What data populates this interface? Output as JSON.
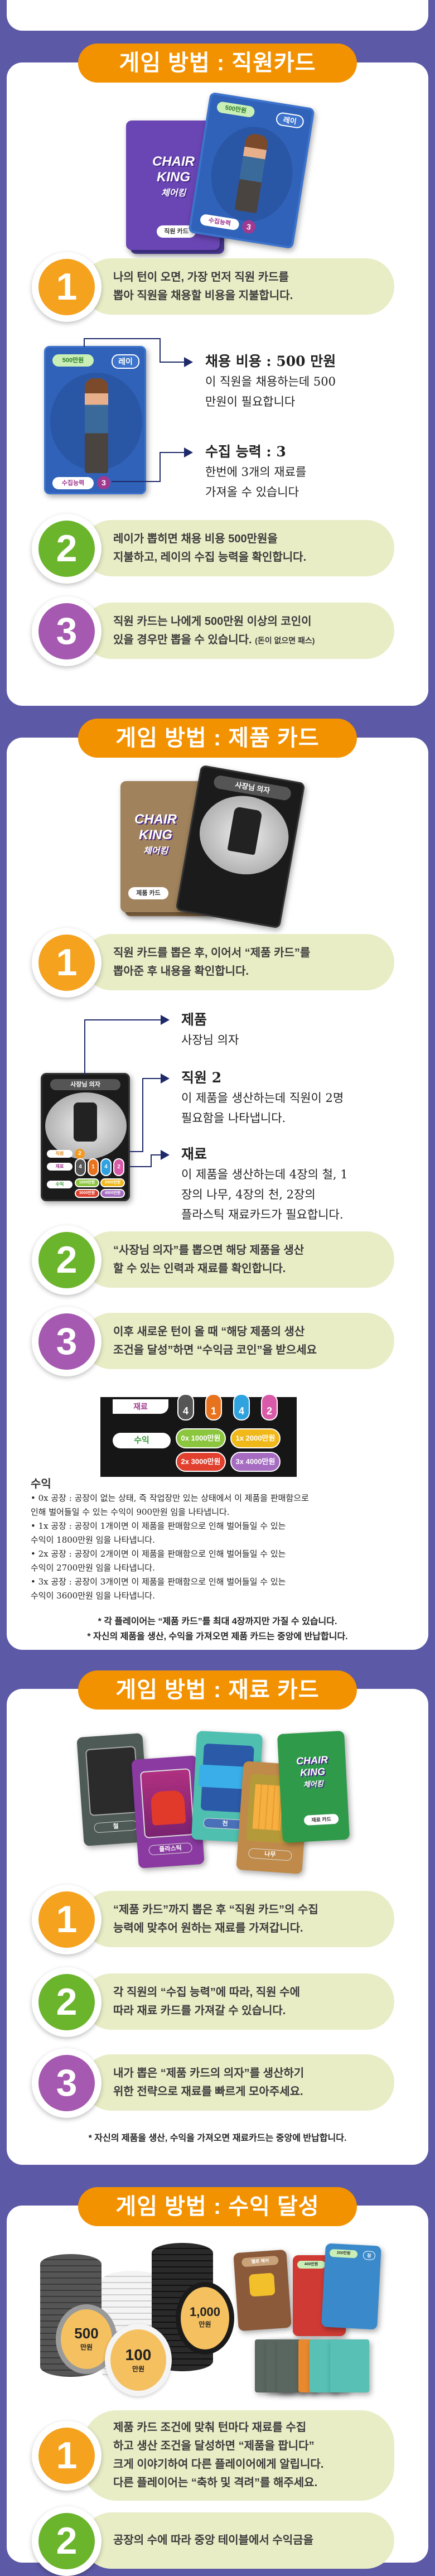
{
  "colors": {
    "background": "#5c59a6",
    "header": "#f39200",
    "pill": "#e9edc6",
    "step1": "#f5a21f",
    "step2": "#6bb52c",
    "step3": "#a659b0",
    "line": "#1f2a6b"
  },
  "logo": {
    "line1": "CHAIR",
    "line2": "KING",
    "korean": "체어킹"
  },
  "staff": {
    "title": "게임 방법 : 직원카드",
    "card_back_label": "직원 카드",
    "card": {
      "cost": "500만원",
      "name": "레이",
      "ability_label": "수집능력",
      "ability_value": "3"
    },
    "steps": [
      {
        "num": "1",
        "lines": [
          "나의 턴이 오면, 가장 먼저 직원 카드를",
          "뽑아 직원을 채용할 비용을 지불합니다."
        ]
      },
      {
        "num": "2",
        "lines": [
          "레이가 뽑히면 채용 비용 500만원을",
          "지불하고, 레이의 수집 능력을 확인합니다."
        ]
      },
      {
        "num": "3",
        "lines": [
          "직원 카드는 나에게 500만원 이상의 코인이",
          "있을 경우만 뽑을 수 있습니다."
        ],
        "small": "(돈이 없으면 패스)"
      }
    ],
    "diagram": [
      {
        "title": "채용 비용 : 500 만원",
        "body": [
          "이 직원을 채용하는데 500",
          "만원이 필요합니다"
        ]
      },
      {
        "title": "수집 능력 : 3",
        "body": [
          "한번에 3개의 재료를",
          "가져올 수 있습니다"
        ]
      }
    ]
  },
  "product": {
    "title": "게임 방법 : 제품 카드",
    "card_back_label": "제품 카드",
    "card": {
      "name": "사장님 의자",
      "staff_label": "직원",
      "staff_value": "2",
      "material_label": "재료",
      "materials": [
        "4",
        "1",
        "4",
        "2"
      ],
      "revenue_label": "수익",
      "revenue_chips": [
        {
          "mult": "0x",
          "amount": "1000만원"
        },
        {
          "mult": "1x",
          "amount": "2000만원"
        },
        {
          "mult": "2x",
          "amount": "3000만원"
        },
        {
          "mult": "3x",
          "amount": "4000만원"
        }
      ]
    },
    "steps": [
      {
        "num": "1",
        "lines": [
          "직원 카드를 뽑은 후, 이어서 “제품 카드”를",
          "뽑아준 후 내용을 확인합니다."
        ]
      },
      {
        "num": "2",
        "lines": [
          "“사장님 의자”를 뽑으면 해당 제품을 생산",
          "할 수 있는 인력과 재료를 확인합니다."
        ]
      },
      {
        "num": "3",
        "lines": [
          "이후 새로운 턴이 올 때 “해당 제품의 생산",
          "조건을 달성”하면 “수익금 코인”을 받으세요"
        ]
      }
    ],
    "diagram": [
      {
        "title": "제품",
        "body": [
          "사장님 의자"
        ]
      },
      {
        "title": "직원 2",
        "body": [
          "이 제품을 생산하는데 직원이 2명",
          "필요함을 나타냅니다."
        ]
      },
      {
        "title": "재료",
        "body": [
          "이 제품을 생산하는데 4장의 철, 1",
          "장의 나무, 4장의 천, 2장의",
          "플라스틱 재료카드가 필요합니다."
        ]
      }
    ],
    "revenue": {
      "title": "수익",
      "lines": [
        "• 0x 공장 : 공장이 없는 상태, 즉 작업장만 있는 상태에서 이 제품을 판매함으로",
        "인해 벌어들일 수 있는 수익이 900만원 임을 나타냅니다.",
        "• 1x 공장 : 공장이 1개이면 이 제품을 판매함으로 인해 벌어들일 수 있는",
        "수익이 1800만원 임을 나타냅니다.",
        "• 2x 공장 : 공장이 2개이면 이 제품을 판매함으로 인해 벌어들일 수 있는",
        "수익이 2700만원 임을 나타냅니다.",
        "• 3x 공장 : 공장이 3개이면 이 제품을 판매함으로 인해 벌어들일 수 있는",
        "수익이 3600만원 임을 나타냅니다."
      ]
    },
    "notes": [
      "* 각 플레이어는 “제품 카드”를 최대 4장까지만 가질 수 있습니다.",
      "* 자신의 제품을 생산, 수익을 가져오면 제품 카드는 중앙에 반납합니다."
    ]
  },
  "material": {
    "title": "게임 방법 : 재료 카드",
    "cards": [
      "철",
      "플라스틱",
      "천",
      "나무"
    ],
    "card_back_label": "재료 카드",
    "steps": [
      {
        "num": "1",
        "lines": [
          "“제품 카드”까지 뽑은 후 “직원 카드”의 수집",
          "능력에 맞추어 원하는 재료를 가져갑니다."
        ]
      },
      {
        "num": "2",
        "lines": [
          "각 직원의 “수집 능력”에 따라, 직원 수에",
          "따라 재료 카드를 가져갈 수 있습니다."
        ]
      },
      {
        "num": "3",
        "lines": [
          "내가 뽑은 “제품 카드의 의자”를 생산하기",
          "위한 전략으로 재료를 빠르게 모아주세요."
        ]
      }
    ],
    "note": "* 자신의 제품을 생산, 수익을 가져오면 재료카드는 중앙에 반납합니다."
  },
  "profit": {
    "title": "게임 방법 : 수익 달성",
    "coins": [
      {
        "value": "500",
        "unit": "만원"
      },
      {
        "value": "100",
        "unit": "만원"
      },
      {
        "value": "1,000",
        "unit": "만원"
      }
    ],
    "sample_cards": [
      {
        "name": "옐로 체어"
      },
      {
        "cost": "400만원"
      },
      {
        "cost": "200만원",
        "name": "잠"
      }
    ],
    "steps": [
      {
        "num": "1",
        "lines": [
          "제품 카드 조건에 맞춰 턴마다 재료를 수집",
          "하고 생산 조건을 달성하면 “제품을 팝니다”",
          "크게 이야기하여 다른 플레이어에게 알립니다.",
          "다른 플레이어는 “축하 및 격려”를 해주세요."
        ]
      },
      {
        "num": "2",
        "lines": [
          "공장의 수에 따라 중앙 테이블에서 수익금을"
        ]
      }
    ]
  }
}
